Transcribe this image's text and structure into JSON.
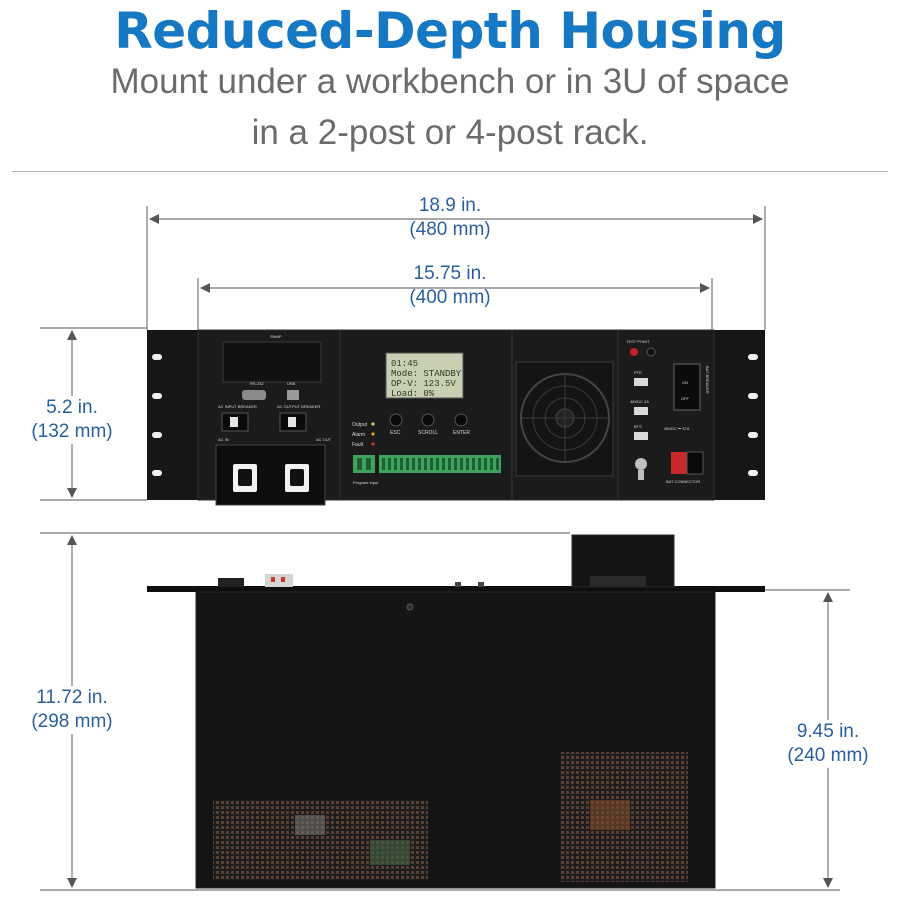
{
  "header": {
    "title": "Reduced-Depth Housing",
    "subtitle_line1": "Mount under a workbench or in 3U of space",
    "subtitle_line2": "in a 2-post or 4-post rack."
  },
  "dimensions": {
    "overall_width": {
      "in": "18.9 in.",
      "mm": "(480 mm)"
    },
    "chassis_width": {
      "in": "15.75 in.",
      "mm": "(400 mm)"
    },
    "height": {
      "in": "5.2 in.",
      "mm": "(132 mm)"
    },
    "overall_depth": {
      "in": "11.72 in.",
      "mm": "(298 mm)"
    },
    "chassis_depth": {
      "in": "9.45 in.",
      "mm": "(240 mm)"
    }
  },
  "front_panel": {
    "lcd_lines": [
      "01:45",
      "Mode: STANDBY",
      "OP-V: 123.5V",
      "Load: 0%"
    ],
    "status_leds": [
      "Output",
      "Alarm",
      "Fault"
    ],
    "buttons": [
      "ESC",
      "SCROLL",
      "ENTER"
    ],
    "labels": {
      "snmp": "SNMP",
      "rs232": "RS-232",
      "usb": "USB",
      "ac_input_breaker": "AC INPUT BREAKER",
      "ac_output_breaker": "AC OUTPUT BREAKER",
      "ac_in": "AC IN",
      "ac_out": "AC OUT",
      "test_point": "TEST POINT",
      "pte": "PTE",
      "dc_48": "48VDC 2A",
      "bts": "BTS",
      "bat_breaker": "BAT BREAKER",
      "on": "ON",
      "off": "OFF",
      "dc_rating": "48VDC ⎓ 37A",
      "bat_connector": "BAT CONNECTOR",
      "program_input": "Program Input"
    }
  }
}
